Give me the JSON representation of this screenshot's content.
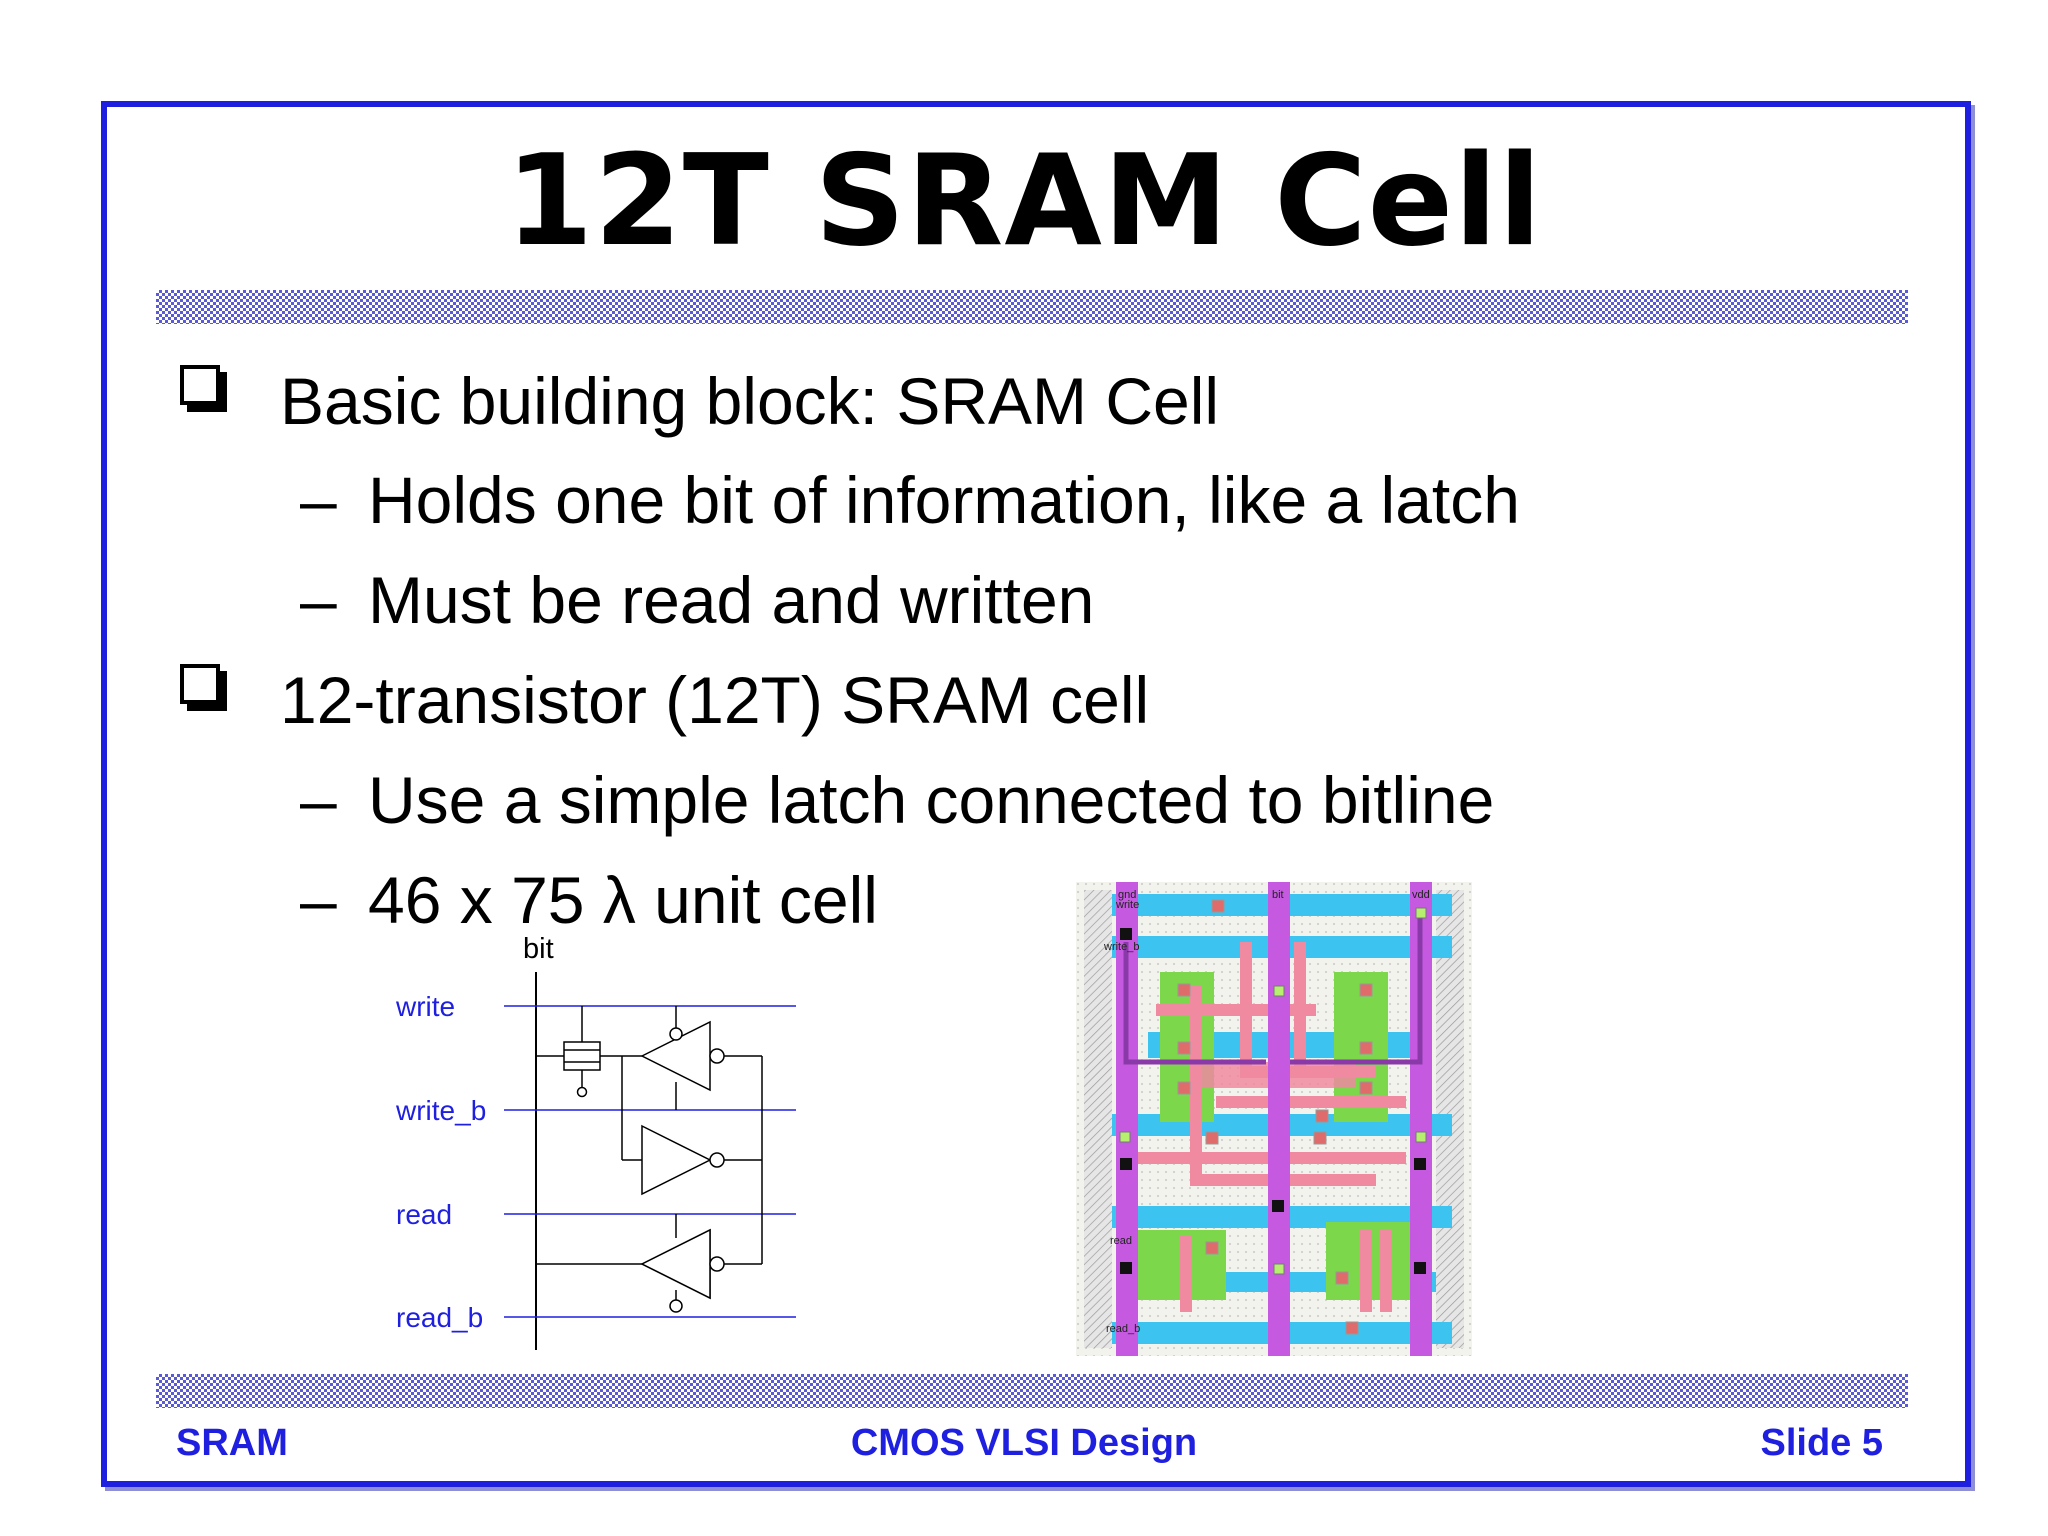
{
  "slide": {
    "title": "12T SRAM Cell",
    "bullets": [
      {
        "text": "Basic building block: SRAM Cell",
        "subs": [
          "Holds one bit of information, like a latch",
          "Must be read and written"
        ]
      },
      {
        "text": "12-transistor (12T) SRAM cell",
        "subs": [
          "Use a simple latch connected to bitline",
          "46 x 75 λ unit cell"
        ]
      }
    ],
    "footer": {
      "left": "SRAM",
      "center": "CMOS VLSI Design",
      "right": "Slide 5"
    }
  },
  "schematic": {
    "bit_label": "bit",
    "signals": [
      "write",
      "write_b",
      "read",
      "read_b"
    ],
    "line_color": "#1f1fe0"
  },
  "layout_figure": {
    "labels": {
      "gnd": "gnd",
      "bit": "bit",
      "vdd": "vdd",
      "write": "write",
      "write_b": "write_b",
      "read": "read",
      "read_b": "read_b"
    },
    "colors": {
      "metal1": "#3cc3f0",
      "metal2": "#c55ae0",
      "poly": "#ef8aa0",
      "diffusion": "#7cd84a",
      "contact": "#111111"
    }
  }
}
